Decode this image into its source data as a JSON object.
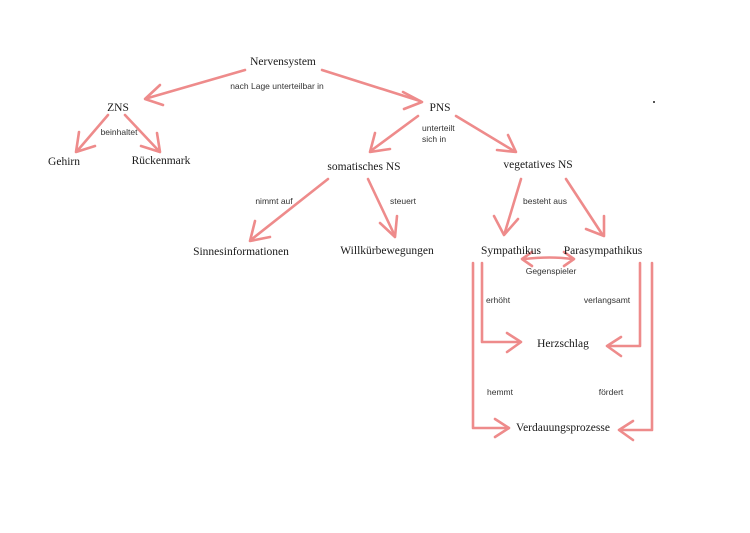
{
  "colors": {
    "arrow": "#ee8b8b",
    "text": "#1a1a1a",
    "background": "#ffffff"
  },
  "nodes": {
    "nervensystem": "Nervensystem",
    "zns": "ZNS",
    "pns": "PNS",
    "gehirn": "Gehirn",
    "rueckenmark": "Rückenmark",
    "somatisches_ns": "somatisches NS",
    "vegetatives_ns": "vegetatives NS",
    "sinnesinformationen": "Sinnesinformationen",
    "willkuerbewegungen": "Willkürbewegungen",
    "sympathikus": "Sympathikus",
    "parasympathikus": "Parasympathikus",
    "herzschlag": "Herzschlag",
    "verdauungsprozesse": "Verdauungsprozesse"
  },
  "edge_labels": {
    "nach_lage": "nach Lage unterteilbar in",
    "beinhaltet": "beinhaltet",
    "unterteilt_line1": "unterteilt",
    "unterteilt_line2": "sich in",
    "nimmt_auf": "nimmt auf",
    "steuert": "steuert",
    "besteht_aus": "besteht aus",
    "gegenspieler": "Gegenspieler",
    "erhoeht": "erhöht",
    "verlangsamt": "verlangsamt",
    "hemmt": "hemmt",
    "foerdert": "fördert"
  }
}
